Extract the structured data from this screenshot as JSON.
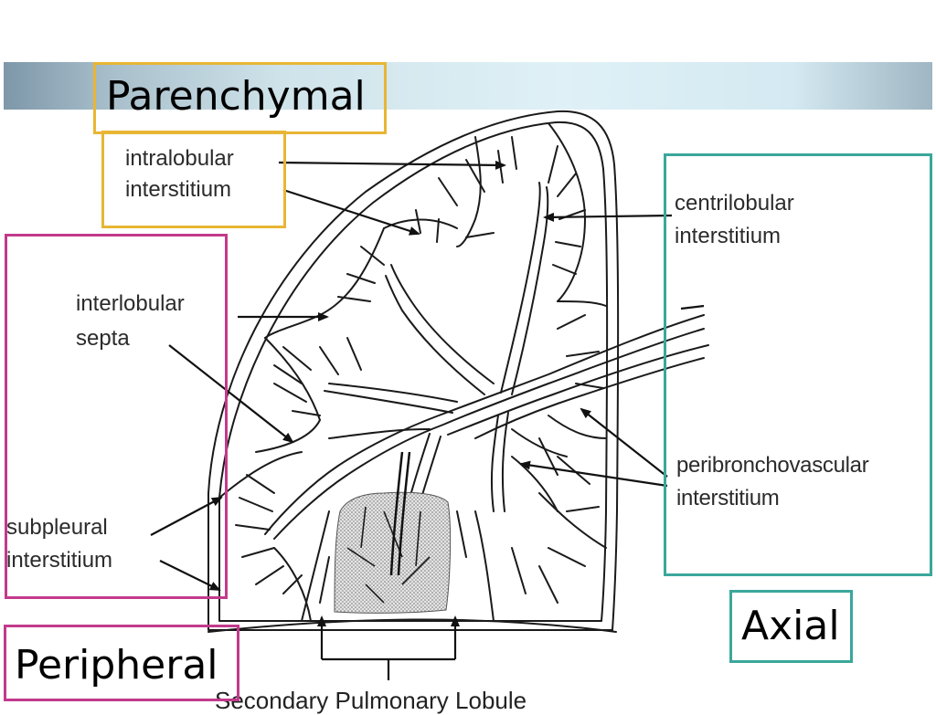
{
  "labels": {
    "intralobular_line1": "intralobular",
    "intralobular_line2": "interstitium",
    "centrilobular_line1": "centrilobular",
    "centrilobular_line2": "interstitium",
    "interlobular_line1": "interlobular",
    "interlobular_line2": "septa",
    "peribronchovascular_line1": "peribronchovascular",
    "peribronchovascular_line2": "interstitium",
    "subpleural_line1": "subpleural",
    "subpleural_line2": "interstitium",
    "caption": "Secondary Pulmonary Lobule"
  },
  "categories": {
    "parenchymal": "Parenchymal",
    "peripheral": "Peripheral",
    "axial": "Axial"
  },
  "colors": {
    "parenchymal_box": "#e8b634",
    "peripheral_box": "#c23a8c",
    "axial_box": "#3aa79b",
    "line": "#1a1a1a"
  }
}
